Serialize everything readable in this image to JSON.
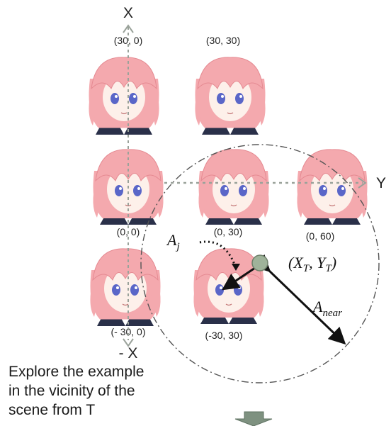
{
  "axes": {
    "x_pos": "X",
    "x_neg": "- X",
    "y_pos": "Y"
  },
  "panels": [
    {
      "label": "(30, 0)",
      "pose": "up-left"
    },
    {
      "label": "(30, 30)",
      "pose": "up-right"
    },
    {
      "label": "(0, 0)",
      "pose": "front"
    },
    {
      "label": "(0, 30)",
      "pose": "right"
    },
    {
      "label": "(0, 60)",
      "pose": "far-right"
    },
    {
      "label": "(- 30, 0)",
      "pose": "down-left"
    },
    {
      "label": "(-30, 30)",
      "pose": "down-right"
    }
  ],
  "symbols": {
    "a_j": "A",
    "a_j_sub": "j",
    "target": "(X",
    "target_t1": "T",
    "target_mid": ", Y",
    "target_t2": "T",
    "target_end": ")",
    "a_near": "A",
    "a_near_sub": "near"
  },
  "caption": {
    "line1": "Explore the example",
    "line2": "in the vicinity of the",
    "line3": "scene from T"
  },
  "colors": {
    "hair": "#f4a9ae",
    "hair_dark": "#e58a92",
    "skin": "#fdf0ea",
    "eye": "#5a66c8",
    "outfit": "#2a3049",
    "target_point": "#9fb39a",
    "arrow_gray": "#9aa29a",
    "down_arrow": "#7e9180"
  }
}
